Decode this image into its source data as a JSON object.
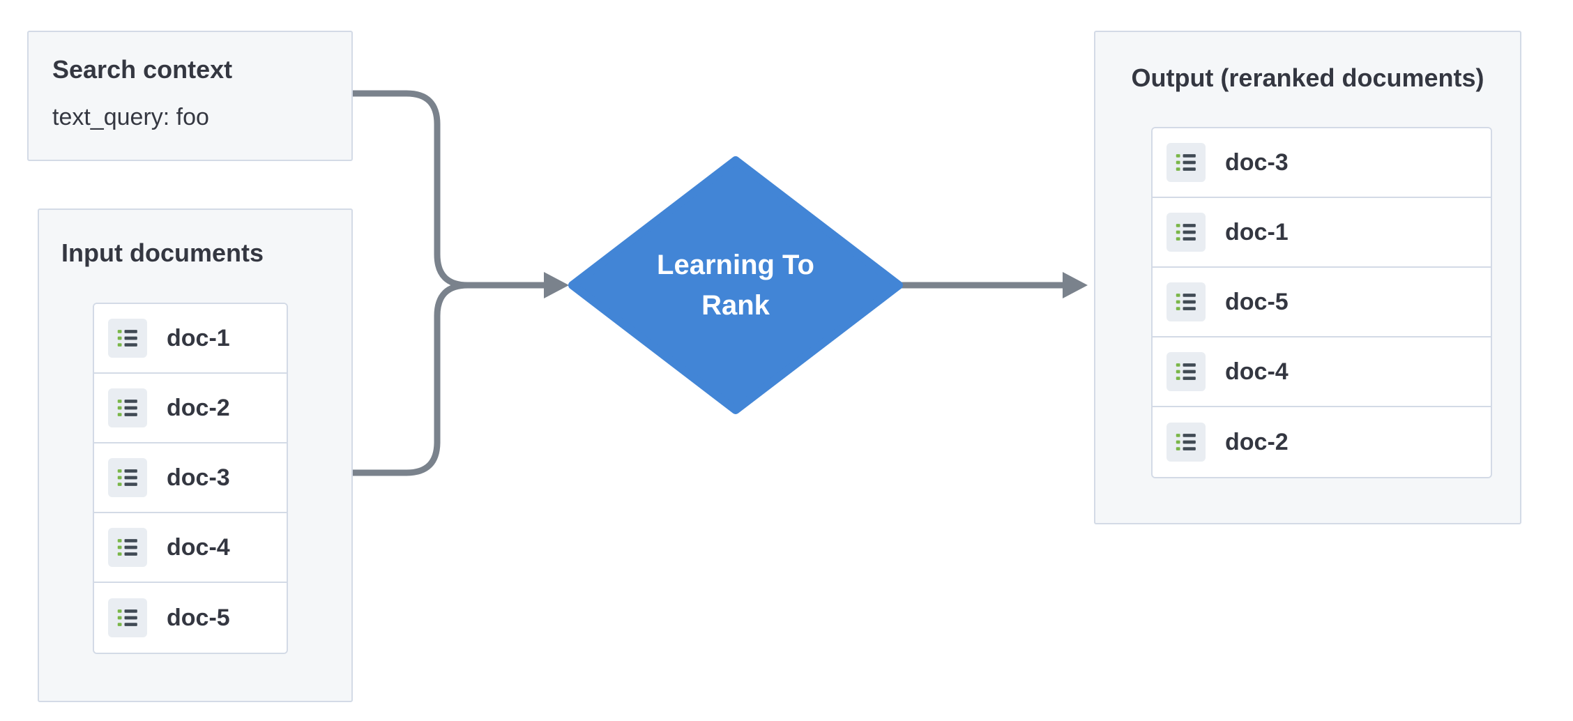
{
  "search_context": {
    "title": "Search context",
    "query": "text_query: foo"
  },
  "input_documents": {
    "title": "Input documents",
    "items": [
      "doc-1",
      "doc-2",
      "doc-3",
      "doc-4",
      "doc-5"
    ]
  },
  "ltr_node": {
    "label": "Learning To Rank"
  },
  "output": {
    "title": "Output (reranked documents)",
    "items": [
      "doc-3",
      "doc-1",
      "doc-5",
      "doc-4",
      "doc-2"
    ]
  },
  "icons": {
    "document_row_icon": "list-icon"
  },
  "colors": {
    "diamond": "#4285d6",
    "diamond_text": "#ffffff",
    "arrow": "#7a828c",
    "border": "#d3dae6",
    "panel_bg": "#f5f7f9",
    "row_bg": "#ffffff",
    "title_text": "#343741",
    "icon_bg": "#e9edf2",
    "icon_line": "#404a54",
    "icon_dot": "#7ab648"
  }
}
